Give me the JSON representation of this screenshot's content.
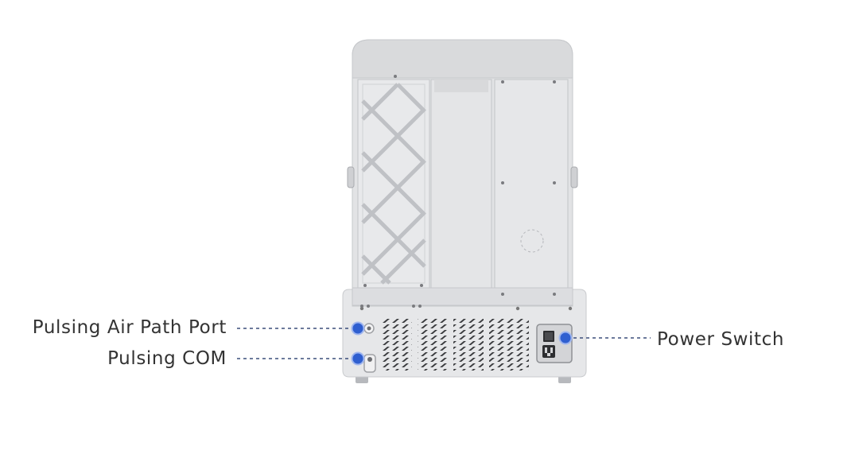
{
  "callouts": {
    "pulsing_air_path_port": "Pulsing Air Path Port",
    "pulsing_com": "Pulsing COM",
    "power_switch": "Power Switch"
  },
  "colors": {
    "callout_dot": "#2f5fd0",
    "callout_line": "#3b4f7a",
    "label_text": "#333333",
    "device_body": "#e4e5e7"
  }
}
